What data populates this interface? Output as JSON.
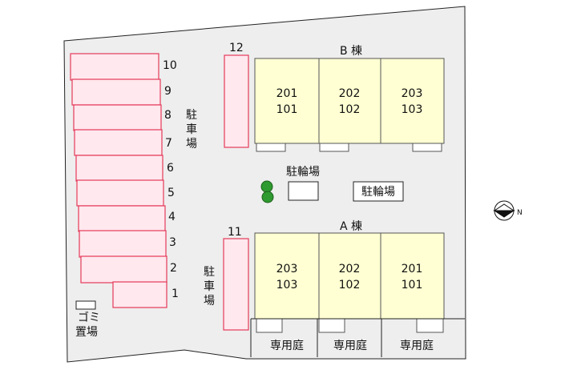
{
  "colors": {
    "lot": "#eeeeee",
    "lot_stroke": "#222222",
    "parking_fill": "#ffe8ee",
    "parking_stroke": "#e43a5a",
    "building_fill": "#ffffd3",
    "building_stroke": "#555555",
    "tree": "#2f9a2f"
  },
  "parking_left": {
    "numbers": [
      "10",
      "9",
      "8",
      "7",
      "6",
      "5",
      "4",
      "3",
      "2",
      "1"
    ],
    "label": [
      "駐",
      "車",
      "場"
    ]
  },
  "parking_right_top": {
    "number": "12"
  },
  "parking_right_bottom": {
    "number": "11",
    "label": [
      "駐",
      "車",
      "場"
    ]
  },
  "building_b": {
    "name": "B 棟",
    "units": [
      {
        "upper": "201",
        "lower": "101"
      },
      {
        "upper": "202",
        "lower": "102"
      },
      {
        "upper": "203",
        "lower": "103"
      }
    ]
  },
  "building_a": {
    "name": "A 棟",
    "units": [
      {
        "upper": "203",
        "lower": "103"
      },
      {
        "upper": "202",
        "lower": "102"
      },
      {
        "upper": "201",
        "lower": "101"
      }
    ]
  },
  "bicycle_parking": {
    "label_1": "駐輪場",
    "label_2": "駐輪場"
  },
  "private_garden": [
    "専用庭",
    "専用庭",
    "専用庭"
  ],
  "garbage": {
    "line1": "ゴミ",
    "line2": "置場"
  },
  "compass": {
    "label": "N",
    "icon": "compass-icon"
  }
}
